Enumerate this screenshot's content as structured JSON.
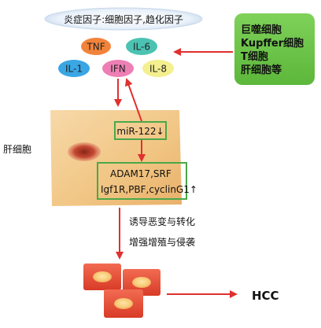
{
  "diagram": {
    "inflammatory_factors_label": "炎症因子:细胞因子,趋化因子",
    "cytokines": {
      "tnf": "TNF",
      "il6": "IL-6",
      "il1": "IL-1",
      "ifn": "IFN",
      "il8": "IL-8"
    },
    "source_cells": {
      "line1": "巨噬细胞",
      "line2": "Kupffer细胞",
      "line3": "T细胞",
      "line4": "肝细胞等"
    },
    "hepatocyte_label": "肝细胞",
    "mirna_label": "miR-122↓",
    "targets": {
      "line1": "ADAM17,SRF",
      "line2": "Igf1R,PBF,cyclinG1↑"
    },
    "effects": {
      "line1": "诱导恶变与转化",
      "line2": "增强增殖与侵袭"
    },
    "outcome_label": "HCC",
    "colors": {
      "arrow": "#e03030",
      "highlight_box": "#4aa84a",
      "source_box": "#6cc24a",
      "tnf": "#f2833a",
      "il6": "#4cc3b2",
      "il1": "#3aa6e4",
      "ifn": "#ee7fb4",
      "il8": "#f4ef8f"
    }
  }
}
